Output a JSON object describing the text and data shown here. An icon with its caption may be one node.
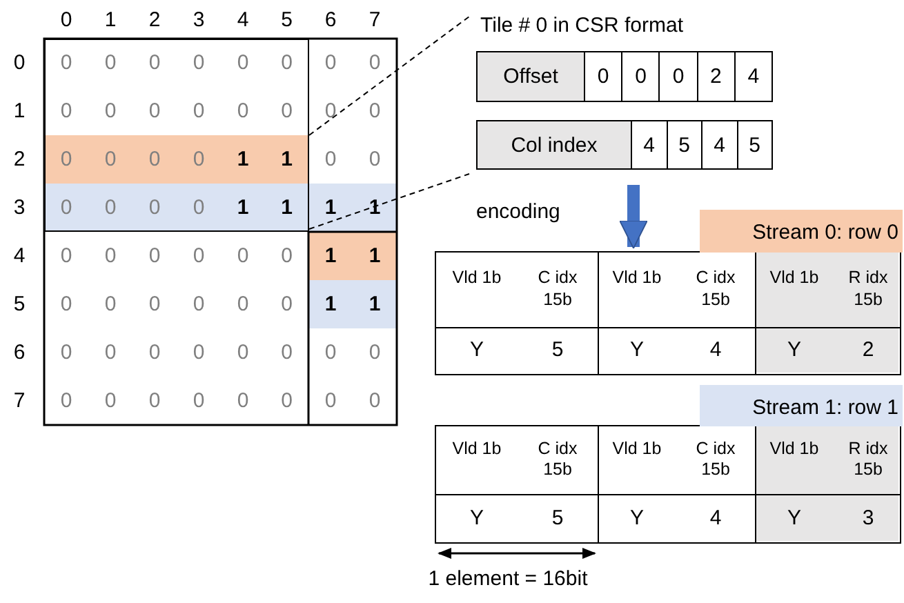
{
  "diagram": {
    "nodes": [
      {
        "text": [],
        "shape": "box"
      },
      {
        "text": [
          "Tile # 0 in CSR format"
        ]
      },
      {
        "text": [
          "Offset",
          "0",
          "0",
          "0",
          "2",
          "4"
        ],
        "in": 1
      },
      {
        "text": [
          "Col index",
          "4",
          "5",
          "4",
          "5"
        ],
        "in": 1
      },
      {
        "text": [
          "Stream 0: row 0",
          "Vld 1b",
          "C idx 15b",
          "Vld 1b",
          "C idx 15b",
          "Vld 1b",
          "R idx 15b",
          "Y",
          "5",
          "Y",
          "4",
          "Y",
          "2"
        ]
      },
      {
        "text": [
          "Stream 1: row 1",
          "Vld 1b",
          "C idx 15b",
          "Vld 1b",
          "C idx 15b",
          "Vld 1b",
          "R idx 15b",
          "Y",
          "5",
          "Y",
          "4",
          "Y",
          "3"
        ]
      }
    ],
    "edges": [
      {
        "from": 0,
        "to": 1,
        "arrow": "none",
        "style": "dashed"
      },
      {
        "from": 0,
        "to": 1,
        "arrow": "none",
        "style": "dashed"
      },
      {
        "from": 1,
        "to": 4,
        "arrow": "to",
        "style": "thick",
        "color": "#4472c4",
        "label": "encoding"
      }
    ],
    "labels": [
      "0",
      "1",
      "2",
      "3",
      "4",
      "5",
      "6",
      "7",
      "0",
      "0",
      "0",
      "0",
      "0",
      "0",
      "0",
      "0",
      "0",
      "1",
      "0",
      "0",
      "0",
      "0",
      "0",
      "0",
      "0",
      "0",
      "2",
      "0",
      "0",
      "0",
      "0",
      "1",
      "1",
      "0",
      "0",
      "3",
      "0",
      "0",
      "0",
      "0",
      "1",
      "1",
      "1",
      "1",
      "4",
      "0",
      "0",
      "0",
      "0",
      "0",
      "0",
      "1",
      "1",
      "5",
      "0",
      "0",
      "0",
      "0",
      "0",
      "0",
      "1",
      "1",
      "6",
      "0",
      "0",
      "0",
      "0",
      "0",
      "0",
      "0",
      "0",
      "7",
      "0",
      "0",
      "0",
      "0",
      "0",
      "0",
      "0",
      "0",
      "1 element = 16bit"
    ]
  }
}
